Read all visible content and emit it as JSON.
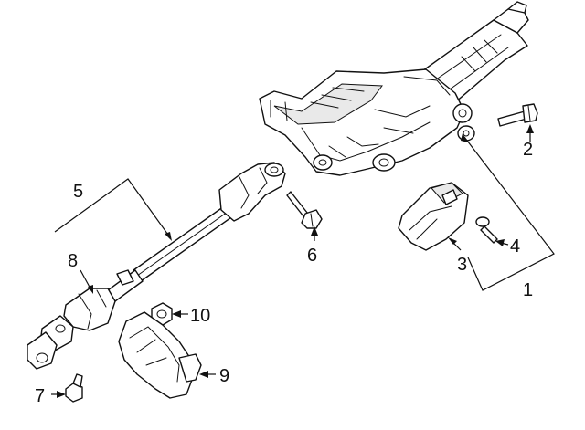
{
  "diagram": {
    "callouts": [
      {
        "id": "1",
        "label": "1"
      },
      {
        "id": "2",
        "label": "2"
      },
      {
        "id": "3",
        "label": "3"
      },
      {
        "id": "4",
        "label": "4"
      },
      {
        "id": "5",
        "label": "5"
      },
      {
        "id": "6",
        "label": "6"
      },
      {
        "id": "7",
        "label": "7"
      },
      {
        "id": "8",
        "label": "8"
      },
      {
        "id": "9",
        "label": "9"
      },
      {
        "id": "10",
        "label": "10"
      }
    ],
    "colors": {
      "line": "#111111",
      "background": "#ffffff"
    }
  }
}
